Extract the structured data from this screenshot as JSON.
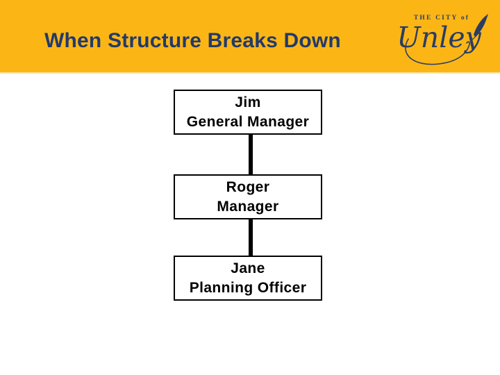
{
  "colors": {
    "band_yellow": "#FBB616",
    "title_navy": "#233A6A",
    "logo_navy": "#2B3D63",
    "box_border": "#000000",
    "box_text": "#000000",
    "background": "#FFFFFF"
  },
  "header": {
    "title": "When Structure Breaks Down"
  },
  "logo": {
    "tagline": "THE CITY of",
    "name": "Unley"
  },
  "orgchart": {
    "nodes": [
      {
        "name": "Jim",
        "role": "General Manager"
      },
      {
        "name": "Roger",
        "role": "Manager"
      },
      {
        "name": "Jane",
        "role": "Planning Officer"
      }
    ]
  }
}
